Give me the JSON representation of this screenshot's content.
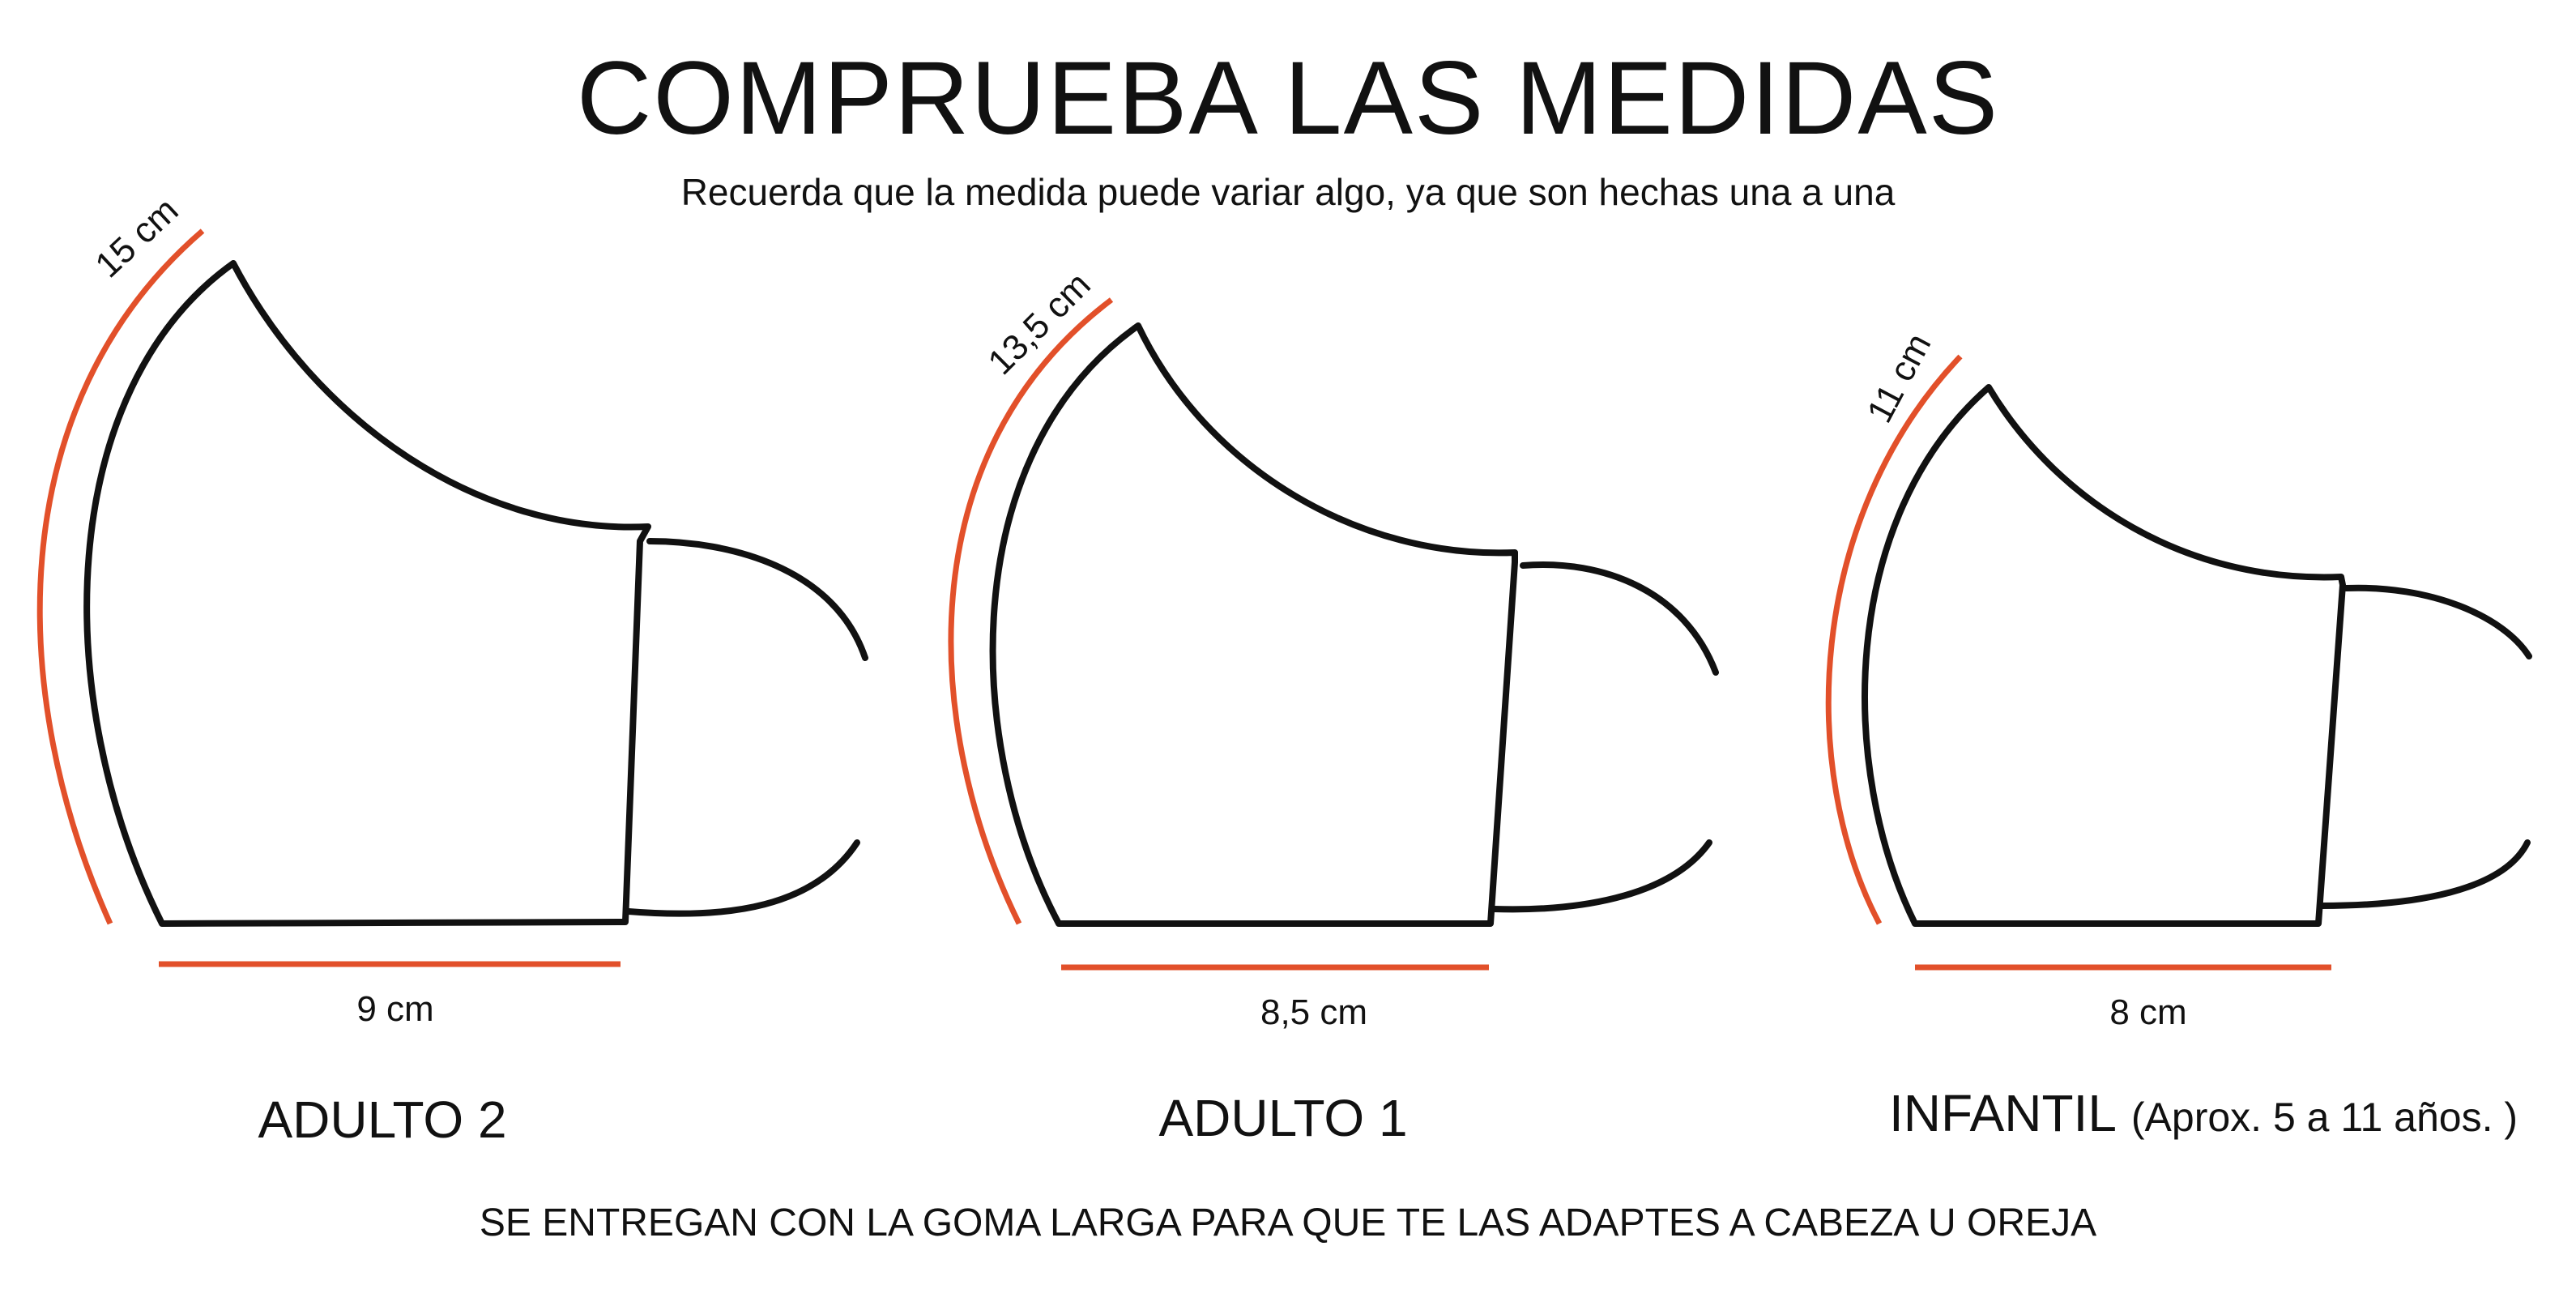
{
  "header": {
    "title": "COMPRUEBA LAS MEDIDAS",
    "subtitle": "Recuerda que la medida puede variar algo, ya que son hechas una a una"
  },
  "sizes": [
    {
      "name": "ADULTO 2",
      "note": "",
      "curve_measure": "15 cm",
      "width_measure": "9 cm"
    },
    {
      "name": "ADULTO 1",
      "note": "",
      "curve_measure": "13,5 cm",
      "width_measure": "8,5 cm"
    },
    {
      "name": "INFANTIL",
      "note": "(Aprox. 5 a 11 años. )",
      "curve_measure": "11 cm",
      "width_measure": "8 cm"
    }
  ],
  "footer": {
    "text": "SE ENTREGAN CON LA GOMA LARGA PARA QUE TE LAS ADAPTES A CABEZA U OREJA"
  },
  "colors": {
    "outline": "#111111",
    "measure_line": "#e2502a"
  }
}
